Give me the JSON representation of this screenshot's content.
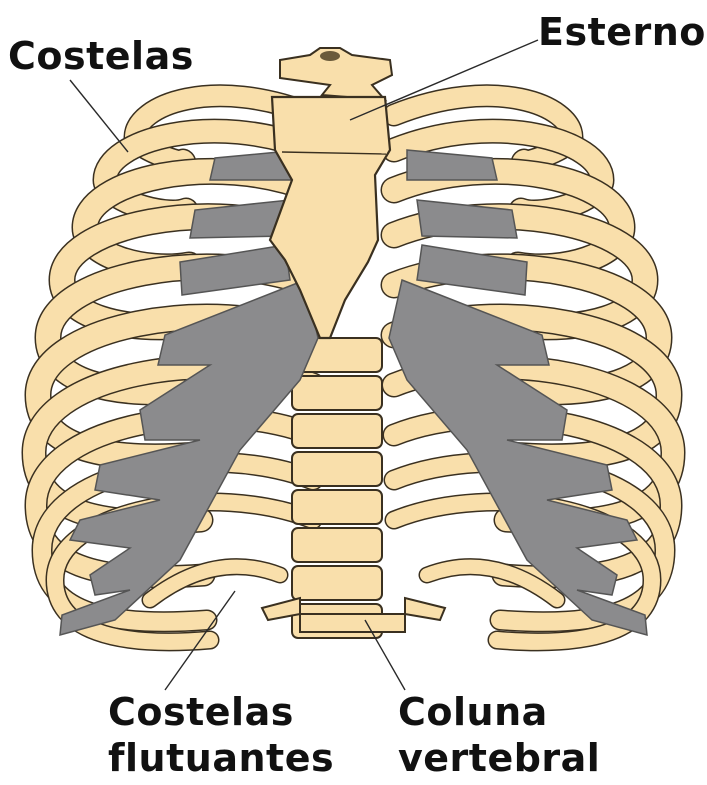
{
  "diagram": {
    "labels": {
      "ribs": "Costelas",
      "sternum": "Esterno",
      "floating_ribs_line1": "Costelas",
      "floating_ribs_line2": "flutuantes",
      "spine_line1": "Coluna",
      "spine_line2": "vertebral"
    },
    "colors": {
      "bone": "#f9dfab",
      "cartilage": "#8b8b8d",
      "outline": "#3a3020",
      "leader_line": "#2a2a2a",
      "text": "#111111"
    }
  }
}
